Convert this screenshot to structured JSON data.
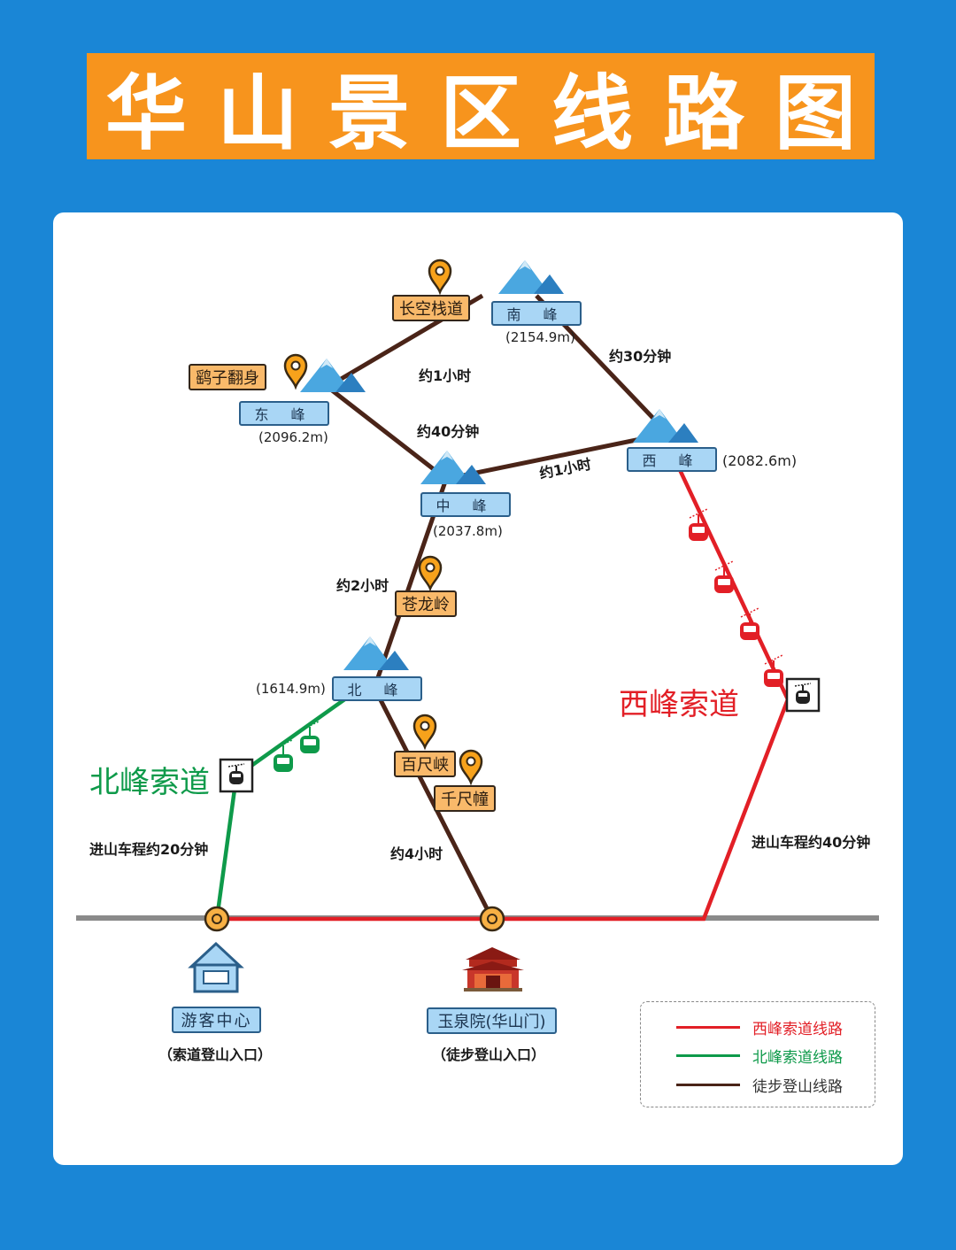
{
  "title": "华山景区线路图",
  "colors": {
    "background": "#1a86d6",
    "banner": "#f7941d",
    "west_cable": "#e21f26",
    "north_cable": "#0e9a4a",
    "hiking": "#4a2418",
    "road": "#8a8a8a"
  },
  "peaks": {
    "south": {
      "name": "南 峰",
      "elevation": "(2154.9m)"
    },
    "east": {
      "name": "东 峰",
      "elevation": "(2096.2m)"
    },
    "west": {
      "name": "西 峰",
      "elevation": "(2082.6m)"
    },
    "middle": {
      "name": "中 峰",
      "elevation": "(2037.8m)"
    },
    "north": {
      "name": "北 峰",
      "elevation": "(1614.9m)"
    }
  },
  "spots": {
    "changkong": "长空栈道",
    "yaozi": "鹞子翻身",
    "canglong": "苍龙岭",
    "baichi": "百尺峡",
    "qianchi": "千尺幢"
  },
  "times": {
    "east_south": "约1小时",
    "south_west": "约30分钟",
    "east_middle": "约40分钟",
    "middle_west": "约1小时",
    "middle_north": "约2小时",
    "gate_north": "约4小时",
    "visitor_north": "进山车程约20分钟",
    "road_west": "进山车程约40分钟"
  },
  "cableways": {
    "west": "西峰索道",
    "north": "北峰索道"
  },
  "gates": {
    "visitor": {
      "name": "游客中心",
      "note": "（索道登山入口）"
    },
    "yuquan": {
      "name": "玉泉院(华山门)",
      "note": "（徒步登山入口）"
    }
  },
  "legend": [
    {
      "label": "西峰索道线路",
      "color": "#e21f26"
    },
    {
      "label": "北峰索道线路",
      "color": "#0e9a4a"
    },
    {
      "label": "徒步登山线路",
      "color": "#4a2418"
    }
  ],
  "icons": [
    "mountain-icon",
    "location-pin-icon",
    "cable-car-icon",
    "cable-station-icon",
    "house-icon",
    "temple-gate-icon"
  ]
}
